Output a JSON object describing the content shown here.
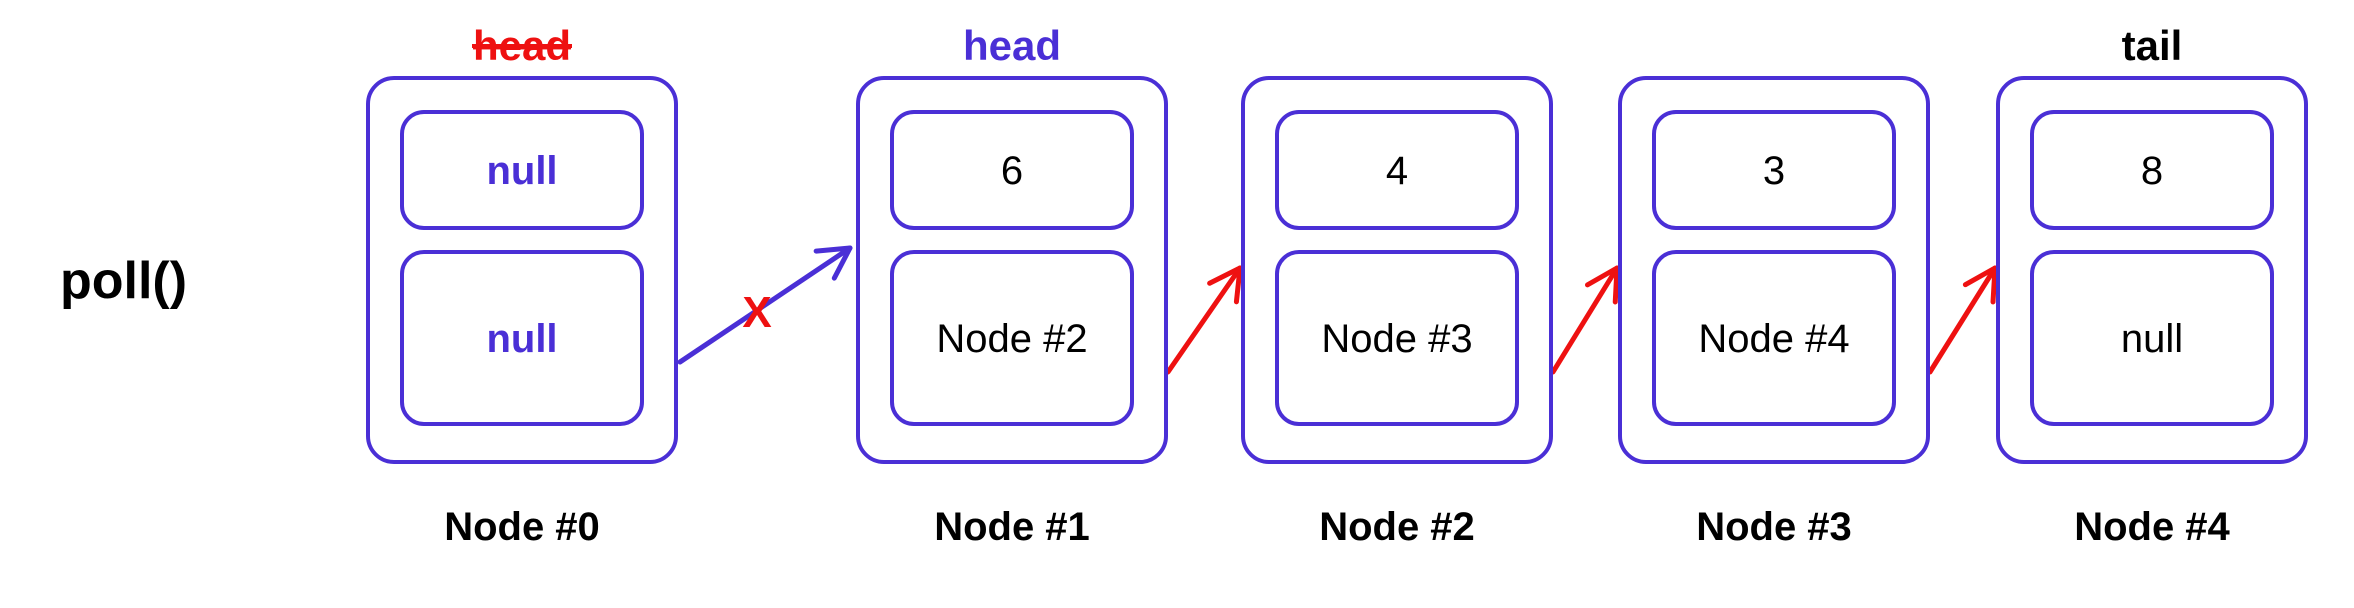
{
  "operation": "poll()",
  "colors": {
    "purple": "#4a2fd6",
    "red": "#ee1111",
    "black": "#000000"
  },
  "nodes": [
    {
      "caption": "Node #0",
      "value": "null",
      "next": "null",
      "pointer": "head",
      "pointer_style": "removed",
      "fields_style": "cleared"
    },
    {
      "caption": "Node #1",
      "value": "6",
      "next": "Node #2",
      "pointer": "head",
      "pointer_style": "new",
      "fields_style": "normal"
    },
    {
      "caption": "Node #2",
      "value": "4",
      "next": "Node #3",
      "pointer": "",
      "pointer_style": "none",
      "fields_style": "normal"
    },
    {
      "caption": "Node #3",
      "value": "3",
      "next": "Node #4",
      "pointer": "",
      "pointer_style": "none",
      "fields_style": "normal"
    },
    {
      "caption": "Node #4",
      "value": "8",
      "next": "null",
      "pointer": "tail",
      "pointer_style": "normal",
      "fields_style": "normal"
    }
  ],
  "links": [
    {
      "from": 0,
      "to": 1,
      "style": "removed",
      "mark": "X"
    },
    {
      "from": 1,
      "to": 2,
      "style": "normal",
      "mark": ""
    },
    {
      "from": 2,
      "to": 3,
      "style": "normal",
      "mark": ""
    },
    {
      "from": 3,
      "to": 4,
      "style": "normal",
      "mark": ""
    }
  ]
}
